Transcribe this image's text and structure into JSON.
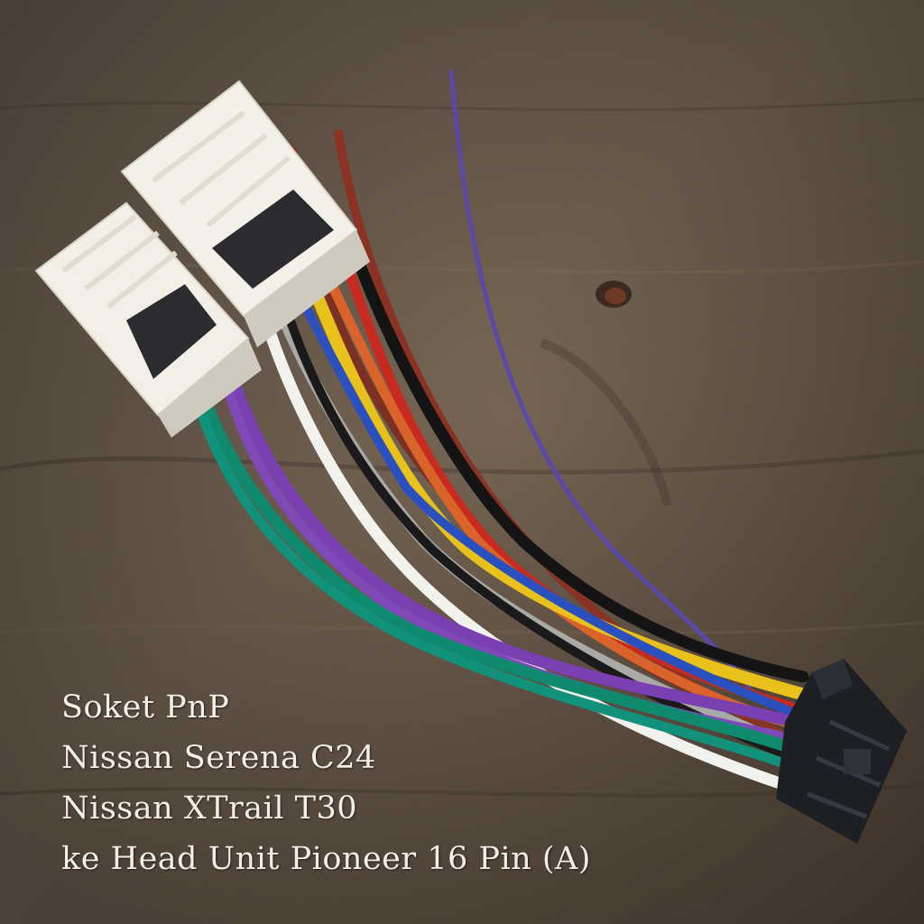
{
  "caption": {
    "line1": "Soket PnP",
    "line2": "Nissan Serena C24",
    "line3": "Nissan XTrail T30",
    "line4": "ke Head Unit Pioneer 16 Pin (A)"
  },
  "colors": {
    "wood": "#6b5a4a",
    "connector_white": "#f2efe6",
    "connector_black": "#1c1f24",
    "wire_purple": "#7a3fb0",
    "wire_green": "#0f8a6e",
    "wire_white": "#f1f1ee",
    "wire_gray": "#a9a9a6",
    "wire_black": "#141414",
    "wire_yellow": "#e8c21a",
    "wire_orange": "#d9632a",
    "wire_red": "#c92a1f",
    "wire_brown": "#8a3324",
    "wire_blue": "#2a50c0",
    "wire_violet_thin": "#5a4aa8"
  }
}
